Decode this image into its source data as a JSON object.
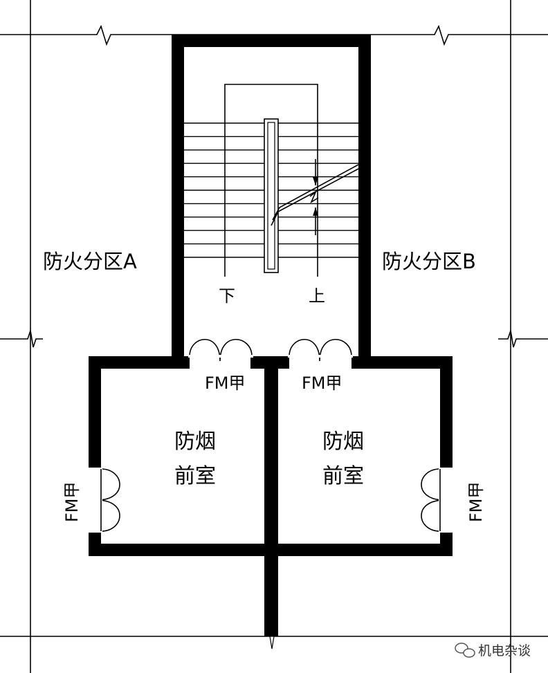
{
  "zones": {
    "zone_a": "防火分区A",
    "zone_b": "防火分区B"
  },
  "stair": {
    "down_label": "下",
    "up_label": "上"
  },
  "doors": {
    "stair_door_left": "FM甲",
    "stair_door_right": "FM甲",
    "side_door_left": "FM甲",
    "side_door_right": "FM甲"
  },
  "rooms": {
    "left_line1": "防烟",
    "left_line2": "前室",
    "right_line1": "防烟",
    "right_line2": "前室"
  },
  "watermark": {
    "text": "机电杂谈"
  },
  "colors": {
    "wall": "#000000",
    "background": "#ffffff"
  }
}
